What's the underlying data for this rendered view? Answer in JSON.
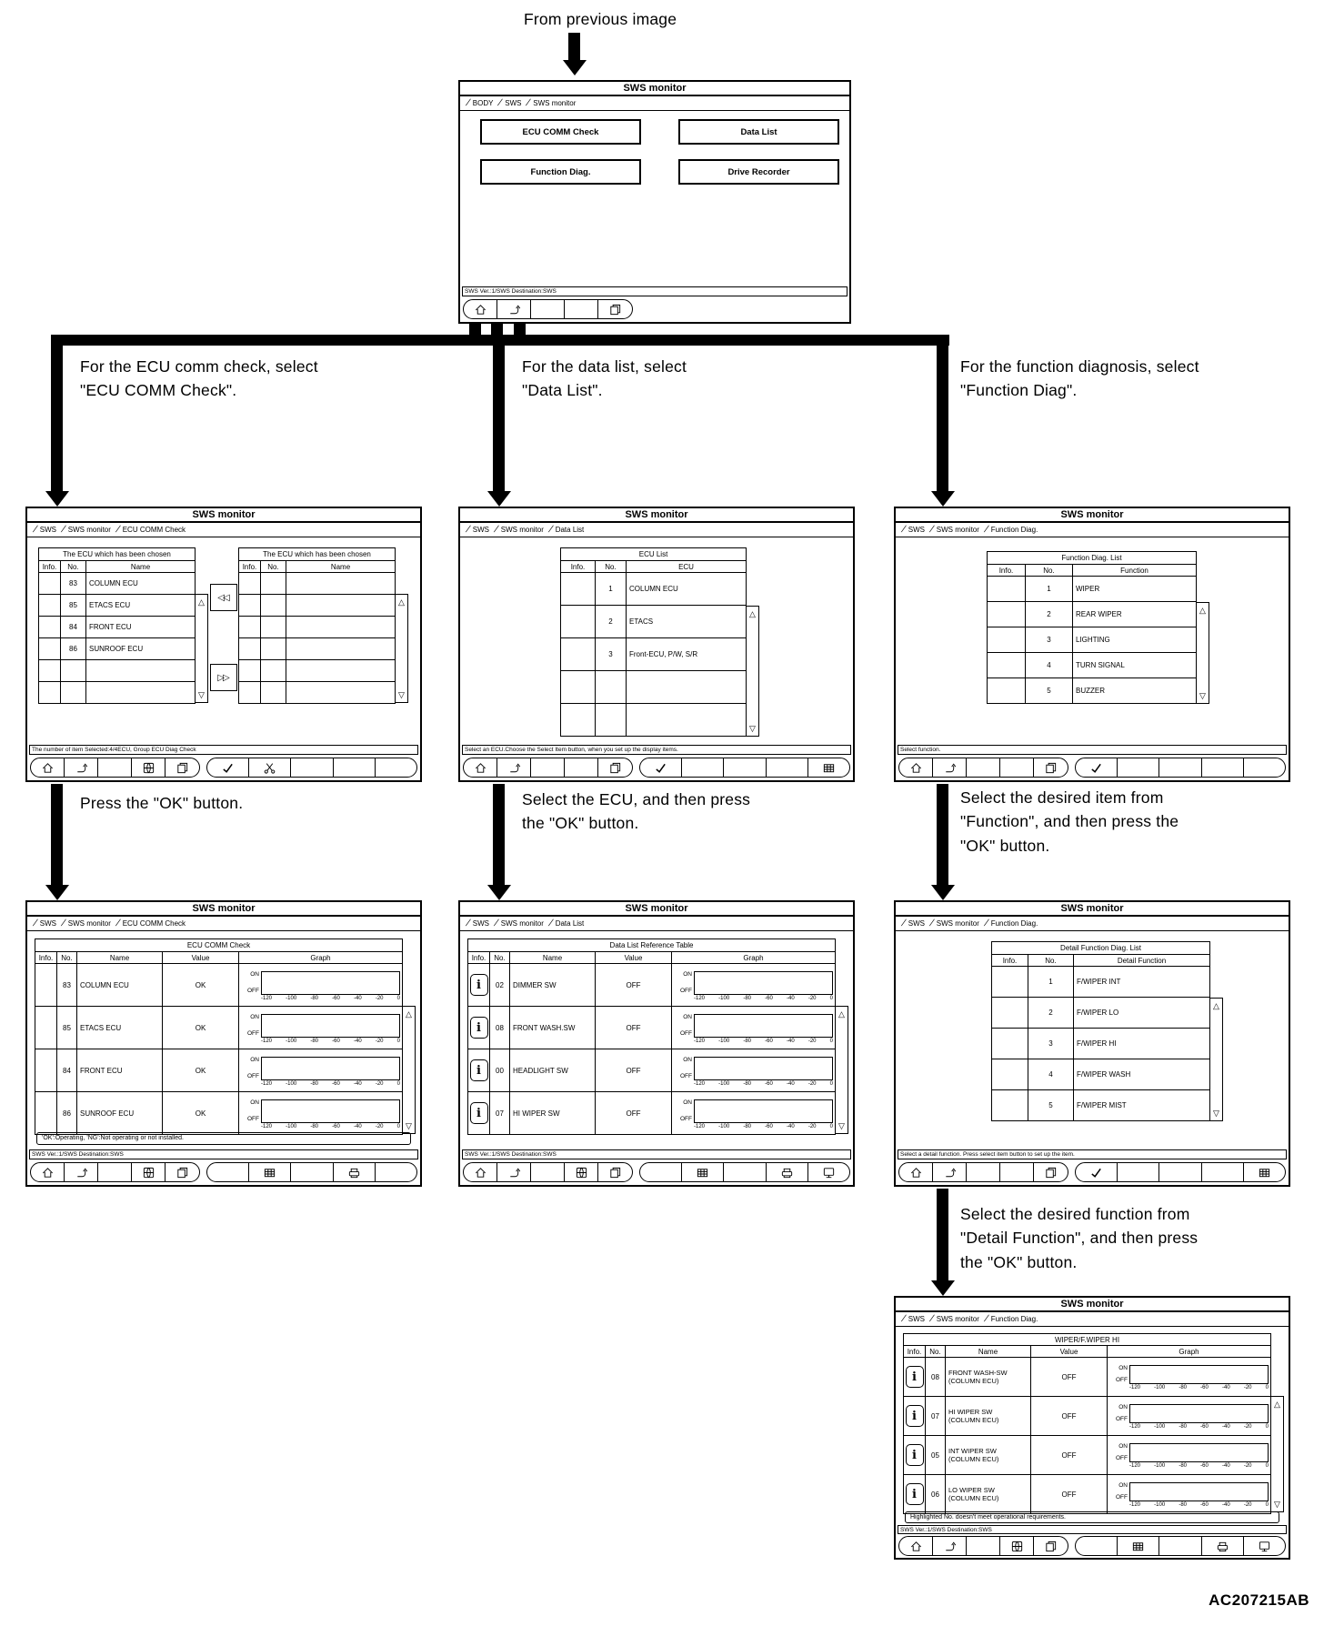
{
  "flow": {
    "from_previous": "From previous image",
    "figure_code": "AC207215AB",
    "branch_ecu": "For the ECU comm check, select\n\"ECU COMM Check\".",
    "branch_data": "For the data list, select\n\"Data List\".",
    "branch_func": "For the function diagnosis, select\n\"Function Diag\".",
    "step_ok": "Press the \"OK\" button.",
    "step_ecu_ok": "Select the ECU, and then press\nthe \"OK\" button.",
    "step_func_ok": "Select the desired item from\n\"Function\", and then press the\n\"OK\" button.",
    "step_detail_ok": "Select the desired function from\n\"Detail Function\", and then press\nthe \"OK\" button."
  },
  "shared": {
    "app_title": "SWS monitor",
    "status_version": "SWS Ver.:1/SWS Destination:SWS",
    "on": "ON",
    "off": "OFF",
    "graph_ticks": [
      "-120",
      "-100",
      "-80",
      "-60",
      "-40",
      "-20",
      "0"
    ],
    "scroll_up": "△",
    "scroll_down": "▽",
    "move_left": "◁◁",
    "move_right": "▷▷",
    "info_glyph": "i"
  },
  "menu": {
    "crumbs": [
      "BODY",
      "SWS",
      "SWS monitor"
    ],
    "buttons": {
      "ecu_comm_check": "ECU COMM Check",
      "data_list": "Data List",
      "function_diag": "Function Diag.",
      "drive_recorder": "Drive Recorder"
    }
  },
  "ecu_select": {
    "crumbs": [
      "SWS",
      "SWS monitor",
      "ECU COMM Check"
    ],
    "left_table": {
      "title": "The ECU which has been chosen",
      "cols": [
        "Info.",
        "No.",
        "Name"
      ],
      "rows": [
        {
          "no": "83",
          "name": "COLUMN ECU"
        },
        {
          "no": "85",
          "name": "ETACS ECU"
        },
        {
          "no": "84",
          "name": "FRONT ECU"
        },
        {
          "no": "86",
          "name": "SUNROOF ECU"
        }
      ]
    },
    "right_table": {
      "title": "The ECU which has been chosen",
      "cols": [
        "Info.",
        "No.",
        "Name"
      ]
    },
    "status": "The number of item Selected:4/4ECU, Group ECU Diag Check"
  },
  "data_select": {
    "crumbs": [
      "SWS",
      "SWS monitor",
      "Data List"
    ],
    "table": {
      "title": "ECU List",
      "cols": [
        "Info.",
        "No.",
        "ECU"
      ],
      "rows": [
        {
          "no": "1",
          "ecu": "COLUMN ECU"
        },
        {
          "no": "2",
          "ecu": "ETACS"
        },
        {
          "no": "3",
          "ecu": "Front-ECU, P/W, S/R"
        }
      ]
    },
    "status": "Select an ECU.Choose the Select Item button, when you set up the display items."
  },
  "func_select": {
    "crumbs": [
      "SWS",
      "SWS monitor",
      "Function Diag."
    ],
    "table": {
      "title": "Function Diag. List",
      "cols": [
        "Info.",
        "No.",
        "Function"
      ],
      "rows": [
        {
          "no": "1",
          "func": "WIPER"
        },
        {
          "no": "2",
          "func": "REAR WIPER"
        },
        {
          "no": "3",
          "func": "LIGHTING"
        },
        {
          "no": "4",
          "func": "TURN SIGNAL"
        },
        {
          "no": "5",
          "func": "BUZZER"
        }
      ]
    },
    "status": "Select function."
  },
  "ecu_result": {
    "crumbs": [
      "SWS",
      "SWS monitor",
      "ECU COMM Check"
    ],
    "table": {
      "title": "ECU COMM Check",
      "cols": [
        "Info.",
        "No.",
        "Name",
        "Value",
        "Graph"
      ],
      "rows": [
        {
          "no": "83",
          "name": "COLUMN ECU",
          "value": "OK"
        },
        {
          "no": "85",
          "name": "ETACS ECU",
          "value": "OK"
        },
        {
          "no": "84",
          "name": "FRONT ECU",
          "value": "OK"
        },
        {
          "no": "86",
          "name": "SUNROOF ECU",
          "value": "OK"
        }
      ]
    },
    "note": "'OK':Operating, 'NG':Not operating or not installed."
  },
  "data_result": {
    "crumbs": [
      "SWS",
      "SWS monitor",
      "Data List"
    ],
    "table": {
      "title": "Data List Reference Table",
      "cols": [
        "Info.",
        "No.",
        "Name",
        "Value",
        "Graph"
      ],
      "rows": [
        {
          "no": "02",
          "name": "DIMMER SW",
          "value": "OFF"
        },
        {
          "no": "08",
          "name": "FRONT WASH.SW",
          "value": "OFF"
        },
        {
          "no": "00",
          "name": "HEADLIGHT SW",
          "value": "OFF"
        },
        {
          "no": "07",
          "name": "HI WIPER SW",
          "value": "OFF"
        }
      ]
    }
  },
  "func_detail": {
    "crumbs": [
      "SWS",
      "SWS monitor",
      "Function Diag."
    ],
    "table": {
      "title": "Detail Function Diag. List",
      "cols": [
        "Info.",
        "No.",
        "Detail Function"
      ],
      "rows": [
        {
          "no": "1",
          "func": "F/WIPER INT"
        },
        {
          "no": "2",
          "func": "F/WIPER LO"
        },
        {
          "no": "3",
          "func": "F/WIPER HI"
        },
        {
          "no": "4",
          "func": "F/WIPER WASH"
        },
        {
          "no": "5",
          "func": "F/WIPER MIST"
        }
      ]
    },
    "status": "Select a detail function. Press select item button to set up the item."
  },
  "wiper_result": {
    "crumbs": [
      "SWS",
      "SWS monitor",
      "Function Diag."
    ],
    "table": {
      "title": "WIPER/F.WIPER HI",
      "cols": [
        "Info.",
        "No.",
        "Name",
        "Value",
        "Graph"
      ],
      "rows": [
        {
          "no": "08",
          "name": "FRONT WASH-SW",
          "sub": "(COLUMN ECU)",
          "value": "OFF"
        },
        {
          "no": "07",
          "name": "HI WIPER SW",
          "sub": "(COLUMN ECU)",
          "value": "OFF"
        },
        {
          "no": "05",
          "name": "INT WIPER SW",
          "sub": "(COLUMN ECU)",
          "value": "OFF"
        },
        {
          "no": "06",
          "name": "LO WIPER SW",
          "sub": "(COLUMN ECU)",
          "value": "OFF"
        }
      ]
    },
    "note": "Highlighted No. doesn't meet operational requirements."
  }
}
